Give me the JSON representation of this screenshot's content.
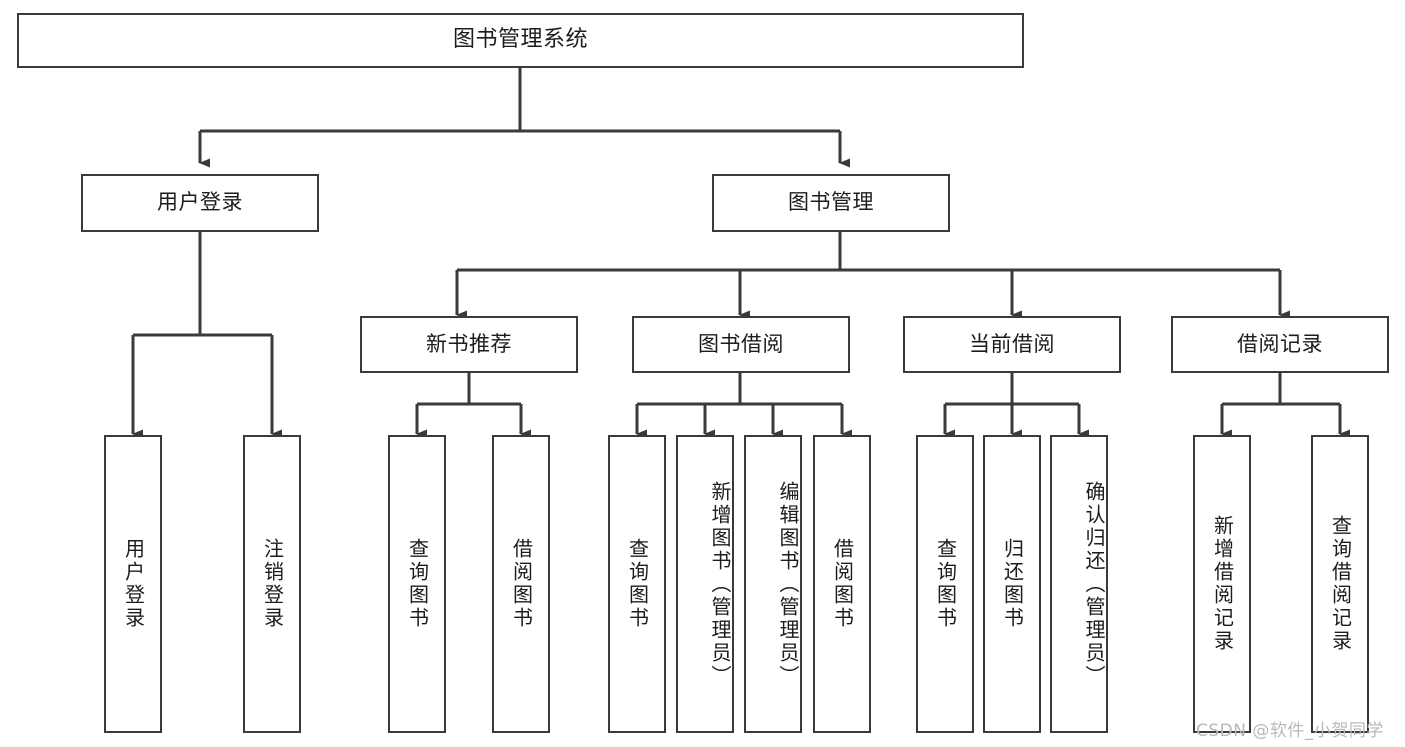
{
  "diagram": {
    "title": "图书管理系统",
    "type": "tree-hierarchy-chart",
    "watermark": "CSDN @软件_小贺同学",
    "colors": {
      "box_border": "#3a3a3a",
      "box_fill": "#ffffff",
      "line": "#3a3a3a",
      "text": "#1c1c1c",
      "watermark": "#b9b9b9",
      "background": "#ffffff"
    }
  },
  "nodes": {
    "root": {
      "label": "图书管理系统"
    },
    "level1": [
      {
        "label": "用户登录"
      },
      {
        "label": "图书管理"
      }
    ],
    "level2": [
      {
        "label": "新书推荐"
      },
      {
        "label": "图书借阅"
      },
      {
        "label": "当前借阅"
      },
      {
        "label": "借阅记录"
      }
    ],
    "leaves": {
      "user_login": [
        {
          "label": "用户登录"
        },
        {
          "label": "注销登录"
        }
      ],
      "new_book_recommend": [
        {
          "label": "查询图书"
        },
        {
          "label": "借阅图书"
        }
      ],
      "book_borrow": [
        {
          "label": "查询图书"
        },
        {
          "label": "新增图书（管理员）"
        },
        {
          "label": "编辑图书（管理员）"
        },
        {
          "label": "借阅图书"
        }
      ],
      "current_borrow": [
        {
          "label": "查询图书"
        },
        {
          "label": "归还图书"
        },
        {
          "label": "确认归还（管理员）"
        }
      ],
      "borrow_record": [
        {
          "label": "新增借阅记录"
        },
        {
          "label": "查询借阅记录"
        }
      ]
    }
  }
}
